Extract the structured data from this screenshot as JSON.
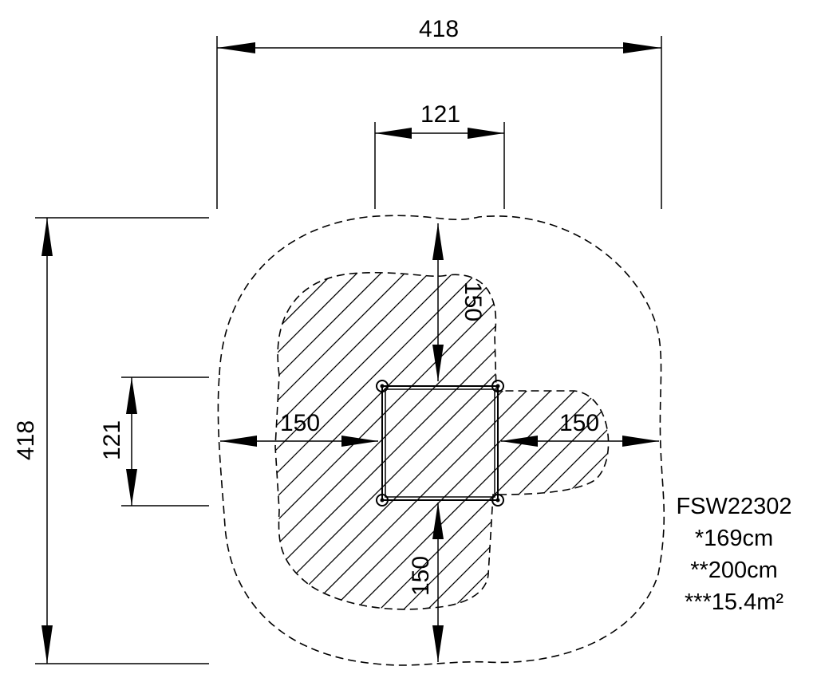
{
  "drawing": {
    "dimensions": {
      "overall_width": "418",
      "overall_depth": "418",
      "frame_width": "121",
      "frame_depth": "121",
      "clearance_top": "150",
      "clearance_bottom": "150",
      "clearance_left": "150",
      "clearance_right": "150"
    },
    "product": {
      "code": "FSW22302",
      "line1": "*169cm",
      "line2": "**200cm",
      "line3": "***15.4m²"
    }
  }
}
